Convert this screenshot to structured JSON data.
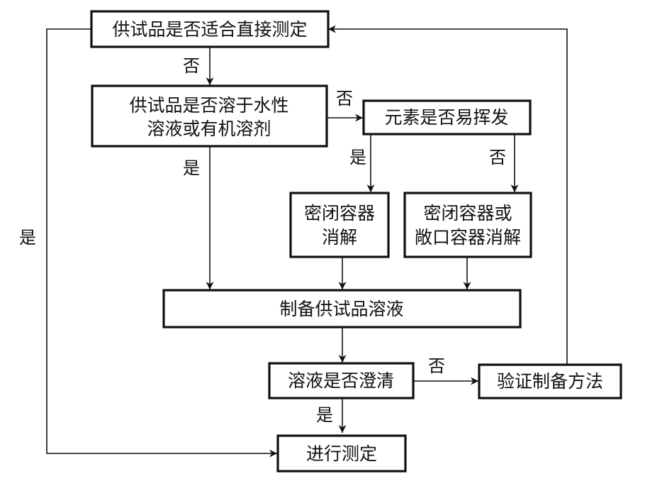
{
  "nodes": {
    "direct": "供试品是否适合直接测定",
    "soluble": {
      "line1": "供试品是否溶于水性",
      "line2": "溶液或有机溶剂"
    },
    "volatile": "元素是否易挥发",
    "closed": {
      "line1": "密闭容器",
      "line2": "消解"
    },
    "closed_open": {
      "line1": "密闭容器或",
      "line2": "敞口容器消解"
    },
    "prepare": "制备供试品溶液",
    "clear": "溶液是否澄清",
    "verify": "验证制备方法",
    "measure": "进行测定"
  },
  "edge_labels": {
    "yes": "是",
    "no": "否"
  },
  "colors": {
    "stroke": "#111111",
    "background": "#ffffff"
  }
}
